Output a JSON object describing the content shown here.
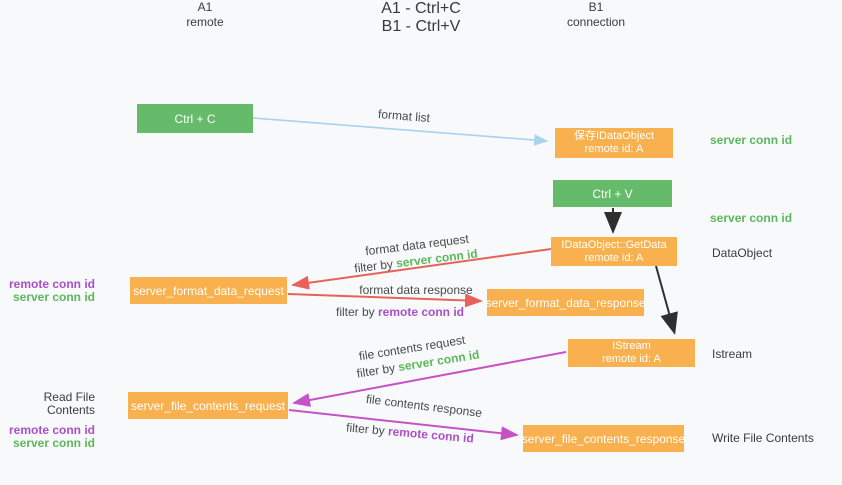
{
  "title": {
    "line1": "A1 - Ctrl+C",
    "line2": "B1 - Ctrl+V"
  },
  "lifelines": {
    "a": {
      "id": "A1",
      "role": "remote"
    },
    "b": {
      "id": "B1",
      "role": "connection"
    }
  },
  "nodes": {
    "ctrl_c": {
      "label": "Ctrl + C"
    },
    "ctrl_v": {
      "label": "Ctrl + V"
    },
    "save_dataobject": {
      "line1": "保存IDataObject",
      "line2": "remote id: A"
    },
    "getdata": {
      "line1": "IDataObject::GetData",
      "line2": "remote id: A"
    },
    "istream": {
      "line1": "IStream",
      "line2": "remote id: A"
    },
    "format_request": {
      "label": "server_format_data_request"
    },
    "format_response": {
      "label": "server_format_data_response"
    },
    "file_request": {
      "label": "server_file_contents_request"
    },
    "file_response": {
      "label": "server_file_contents_response"
    }
  },
  "messages": {
    "format_list": "format list",
    "format_data_request": "format data request",
    "format_data_response": "format data response",
    "file_contents_request": "file contents request",
    "file_contents_response": "file contents response",
    "filter_by": "filter by ",
    "server_conn_id": "server conn id",
    "remote_conn_id": "remote conn id"
  },
  "side_labels": {
    "server_conn_id_top": "server conn id",
    "server_conn_id_mid": "server conn id",
    "dataobject": "DataObject",
    "istream": "Istream",
    "read_file_contents": "Read File Contents",
    "write_file_contents": "Write File Contents",
    "remote_conn_id": "remote conn id",
    "server_conn_id": "server conn id"
  },
  "colors": {
    "lifeline_blue": "#4a80d5",
    "action_green": "#66bb6a",
    "node_orange": "#f9b04e",
    "arrow_red": "#e8615a",
    "arrow_purple": "#c653c6",
    "arrow_light_blue": "#a9d2ee",
    "arrow_black": "#2f2f2f",
    "text_green": "#5cb85c",
    "text_purple": "#ab4fc8"
  }
}
